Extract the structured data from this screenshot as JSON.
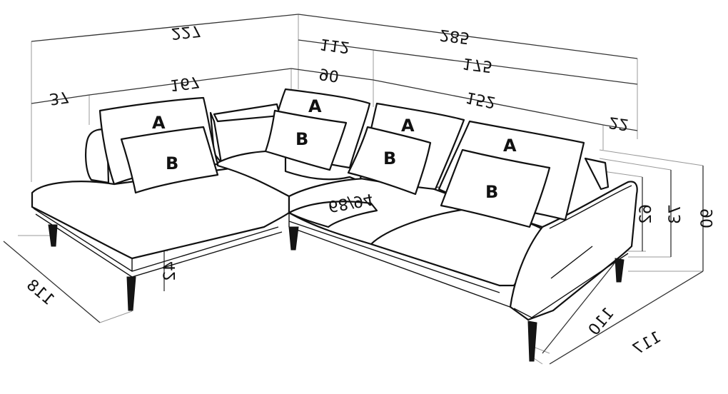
{
  "dimensions": {
    "total_left_width": "227",
    "total_right_width": "285",
    "corner_width": "112",
    "right_seat_span": "175",
    "chaise_arm": "37",
    "back_span_left": "167",
    "corner_seat": "90",
    "seat_span_right": "152",
    "right_arm_width": "22",
    "seat_depth": "68/94",
    "seat_height": "42",
    "chaise_depth": "118",
    "arm_height": "62",
    "cushion_top_height": "73",
    "total_height": "90",
    "right_depth_inner": "110",
    "right_depth_outer": "117"
  },
  "cushions": {
    "large_label": "A",
    "small_label": "B"
  }
}
